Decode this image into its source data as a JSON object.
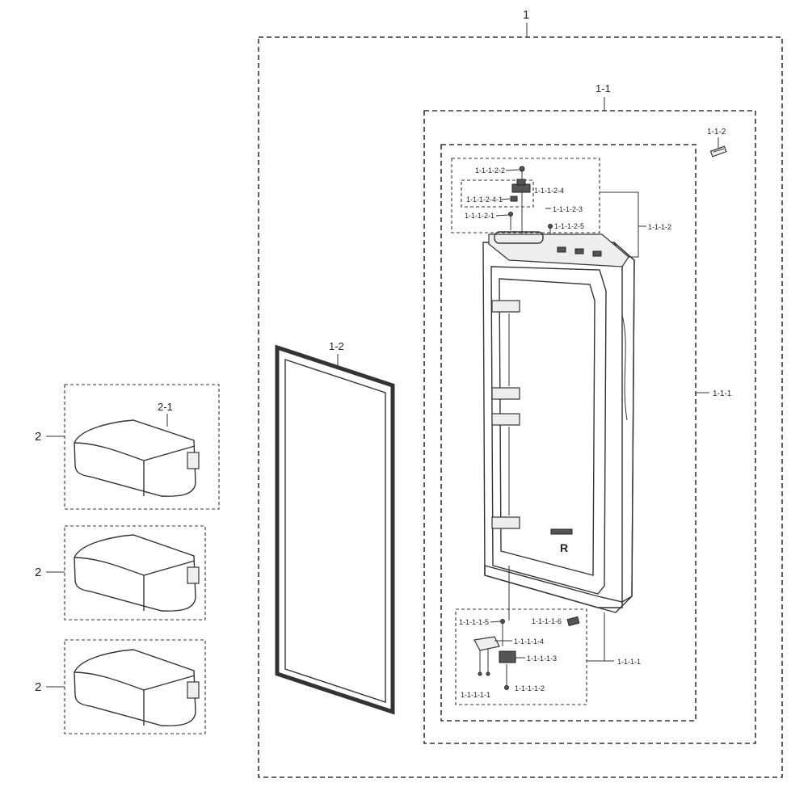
{
  "labels": {
    "assembly": "1",
    "door_assy": "1-1",
    "gasket": "1-2",
    "hinge_cap": "1-1-2",
    "door_foam": "1-1-1",
    "top_cap_group": "1-1-1-2",
    "bottom_cap_group": "1-1-1-1",
    "top_2_2": "1-1-1-2-2",
    "top_2_4": "1-1-1-2-4",
    "top_2_4_1": "1-1-1-2-4-1",
    "top_2_3": "1-1-1-2-3",
    "top_2_1": "1-1-1-2-1",
    "top_2_5": "1-1-1-2-5",
    "bot_1_5": "1-1-1-1-5",
    "bot_1_6": "1-1-1-1-6",
    "bot_1_4": "1-1-1-1-4",
    "bot_1_3": "1-1-1-1-3",
    "bot_1_2": "1-1-1-1-2",
    "bot_1_1": "1-1-1-1-1",
    "guard_group": "2",
    "guard_1": "2",
    "guard_2": "2",
    "guard_3": "2",
    "guard_part": "2-1",
    "door_mark": "R"
  }
}
